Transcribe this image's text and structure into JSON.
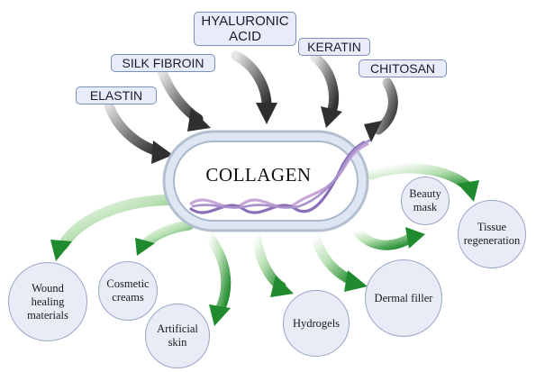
{
  "center": {
    "label": "COLLAGEN"
  },
  "sources": [
    {
      "id": "elastin",
      "label": "ELASTIN"
    },
    {
      "id": "silk-fibroin",
      "label": "SILK FIBROIN"
    },
    {
      "id": "hyaluronic-acid",
      "label": "HYALURONIC\nACID"
    },
    {
      "id": "keratin",
      "label": "KERATIN"
    },
    {
      "id": "chitosan",
      "label": "CHITOSAN"
    }
  ],
  "applications": [
    {
      "id": "wound-healing-materials",
      "label": "Wound\nhealing\nmaterials"
    },
    {
      "id": "cosmetic-creams",
      "label": "Cosmetic\ncreams"
    },
    {
      "id": "artificial-skin",
      "label": "Artificial\nskin"
    },
    {
      "id": "hydrogels",
      "label": "Hydrogels"
    },
    {
      "id": "dermal-filler",
      "label": "Dermal filler"
    },
    {
      "id": "beauty-mask",
      "label": "Beauty\nmask"
    },
    {
      "id": "tissue-regeneration",
      "label": "Tissue\nregeneration"
    }
  ],
  "colors": {
    "input_arrow": "#3a3a3a",
    "output_arrow": "#2e8b3a",
    "capsule_fill": "#e4edf7",
    "capsule_border": "#aab6c8",
    "helix_purple": "#8a6fb8",
    "helix_pink": "#c9a6d8"
  }
}
